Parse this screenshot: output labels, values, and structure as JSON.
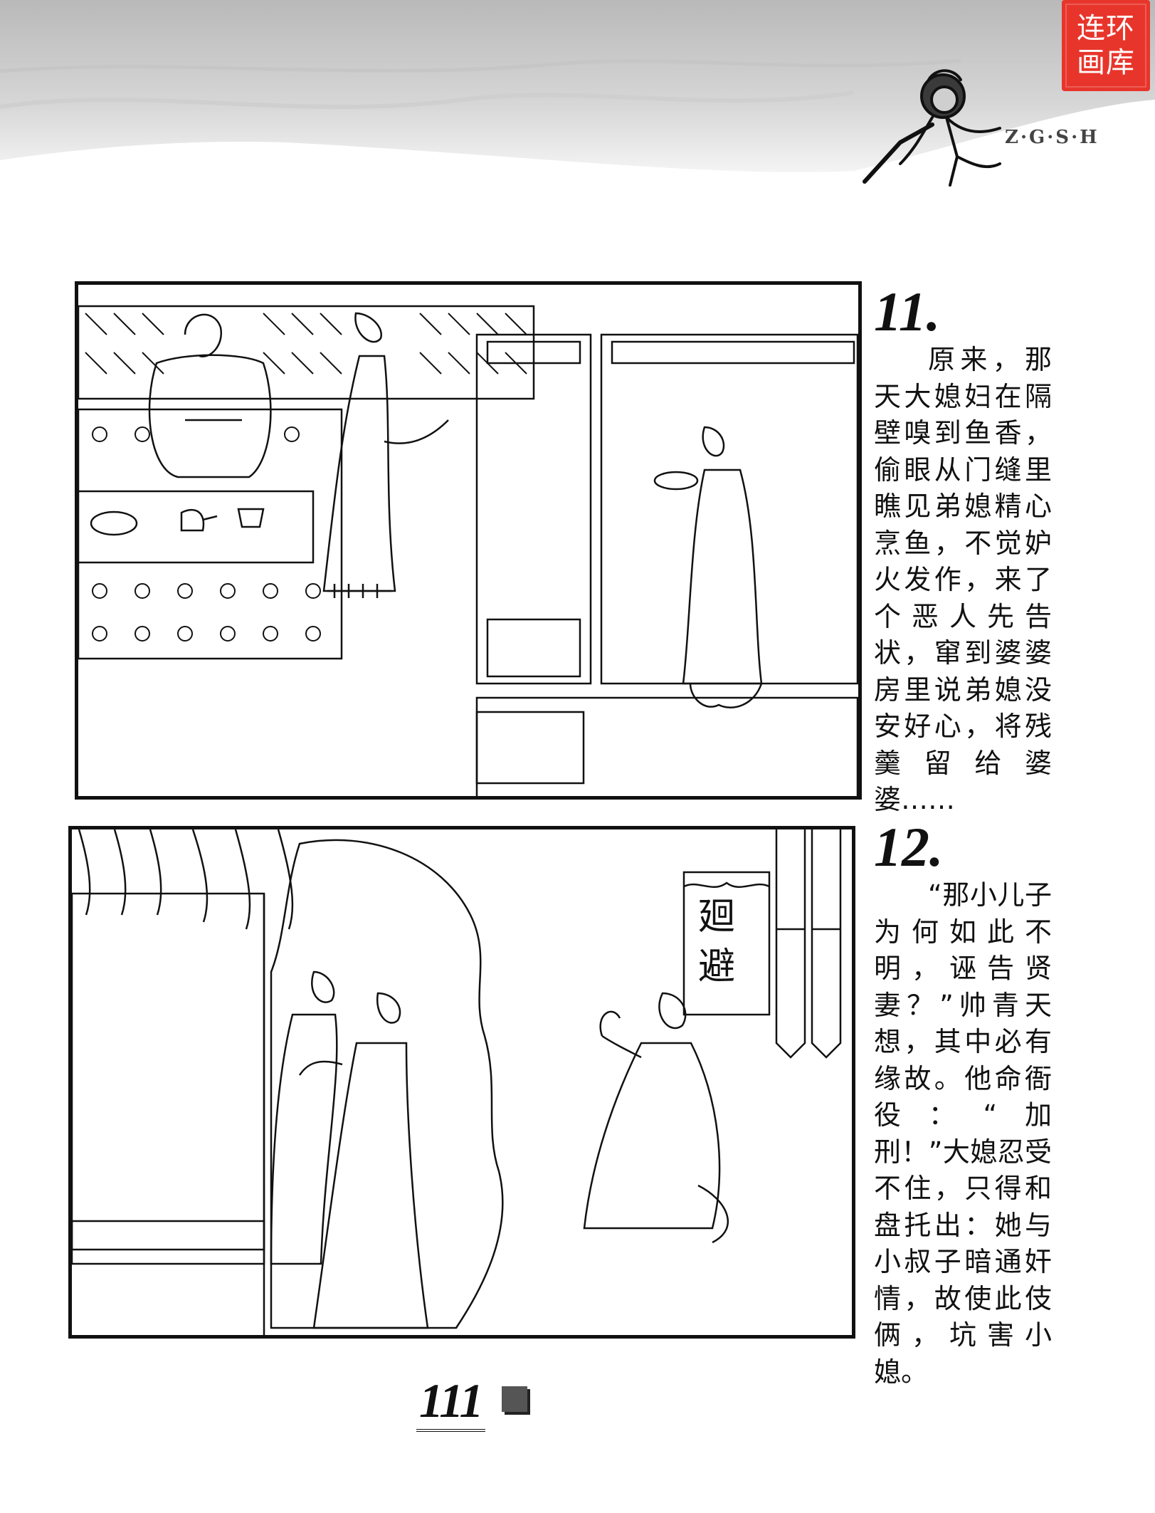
{
  "header": {
    "seal_text": [
      "连环",
      "画库"
    ],
    "series_code": "Z·G·S·H"
  },
  "panels": [
    {
      "number": "11.",
      "caption": "原来，那天大媳妇在隔壁嗅到鱼香，偷眼从门缝里瞧见弟媳精心烹鱼，不觉妒火发作，来了个恶人先告状，窜到婆婆房里说弟媳没安好心，将残羹留给婆婆……"
    },
    {
      "number": "12.",
      "caption": "“那小儿子为何如此不明，诬告贤妻？”帅青天想，其中必有缘故。他命衙役：“加刑！”大媳忍受不住，只得和盘托出：她与小叔子暗通奸情，故使此伎俩，坑害小媳。",
      "sign_text": [
        "廻",
        "避"
      ]
    }
  ],
  "page_number": "111",
  "colors": {
    "seal": "#e8352b",
    "header_gray": "#bdbdbd",
    "ink": "#111111"
  }
}
